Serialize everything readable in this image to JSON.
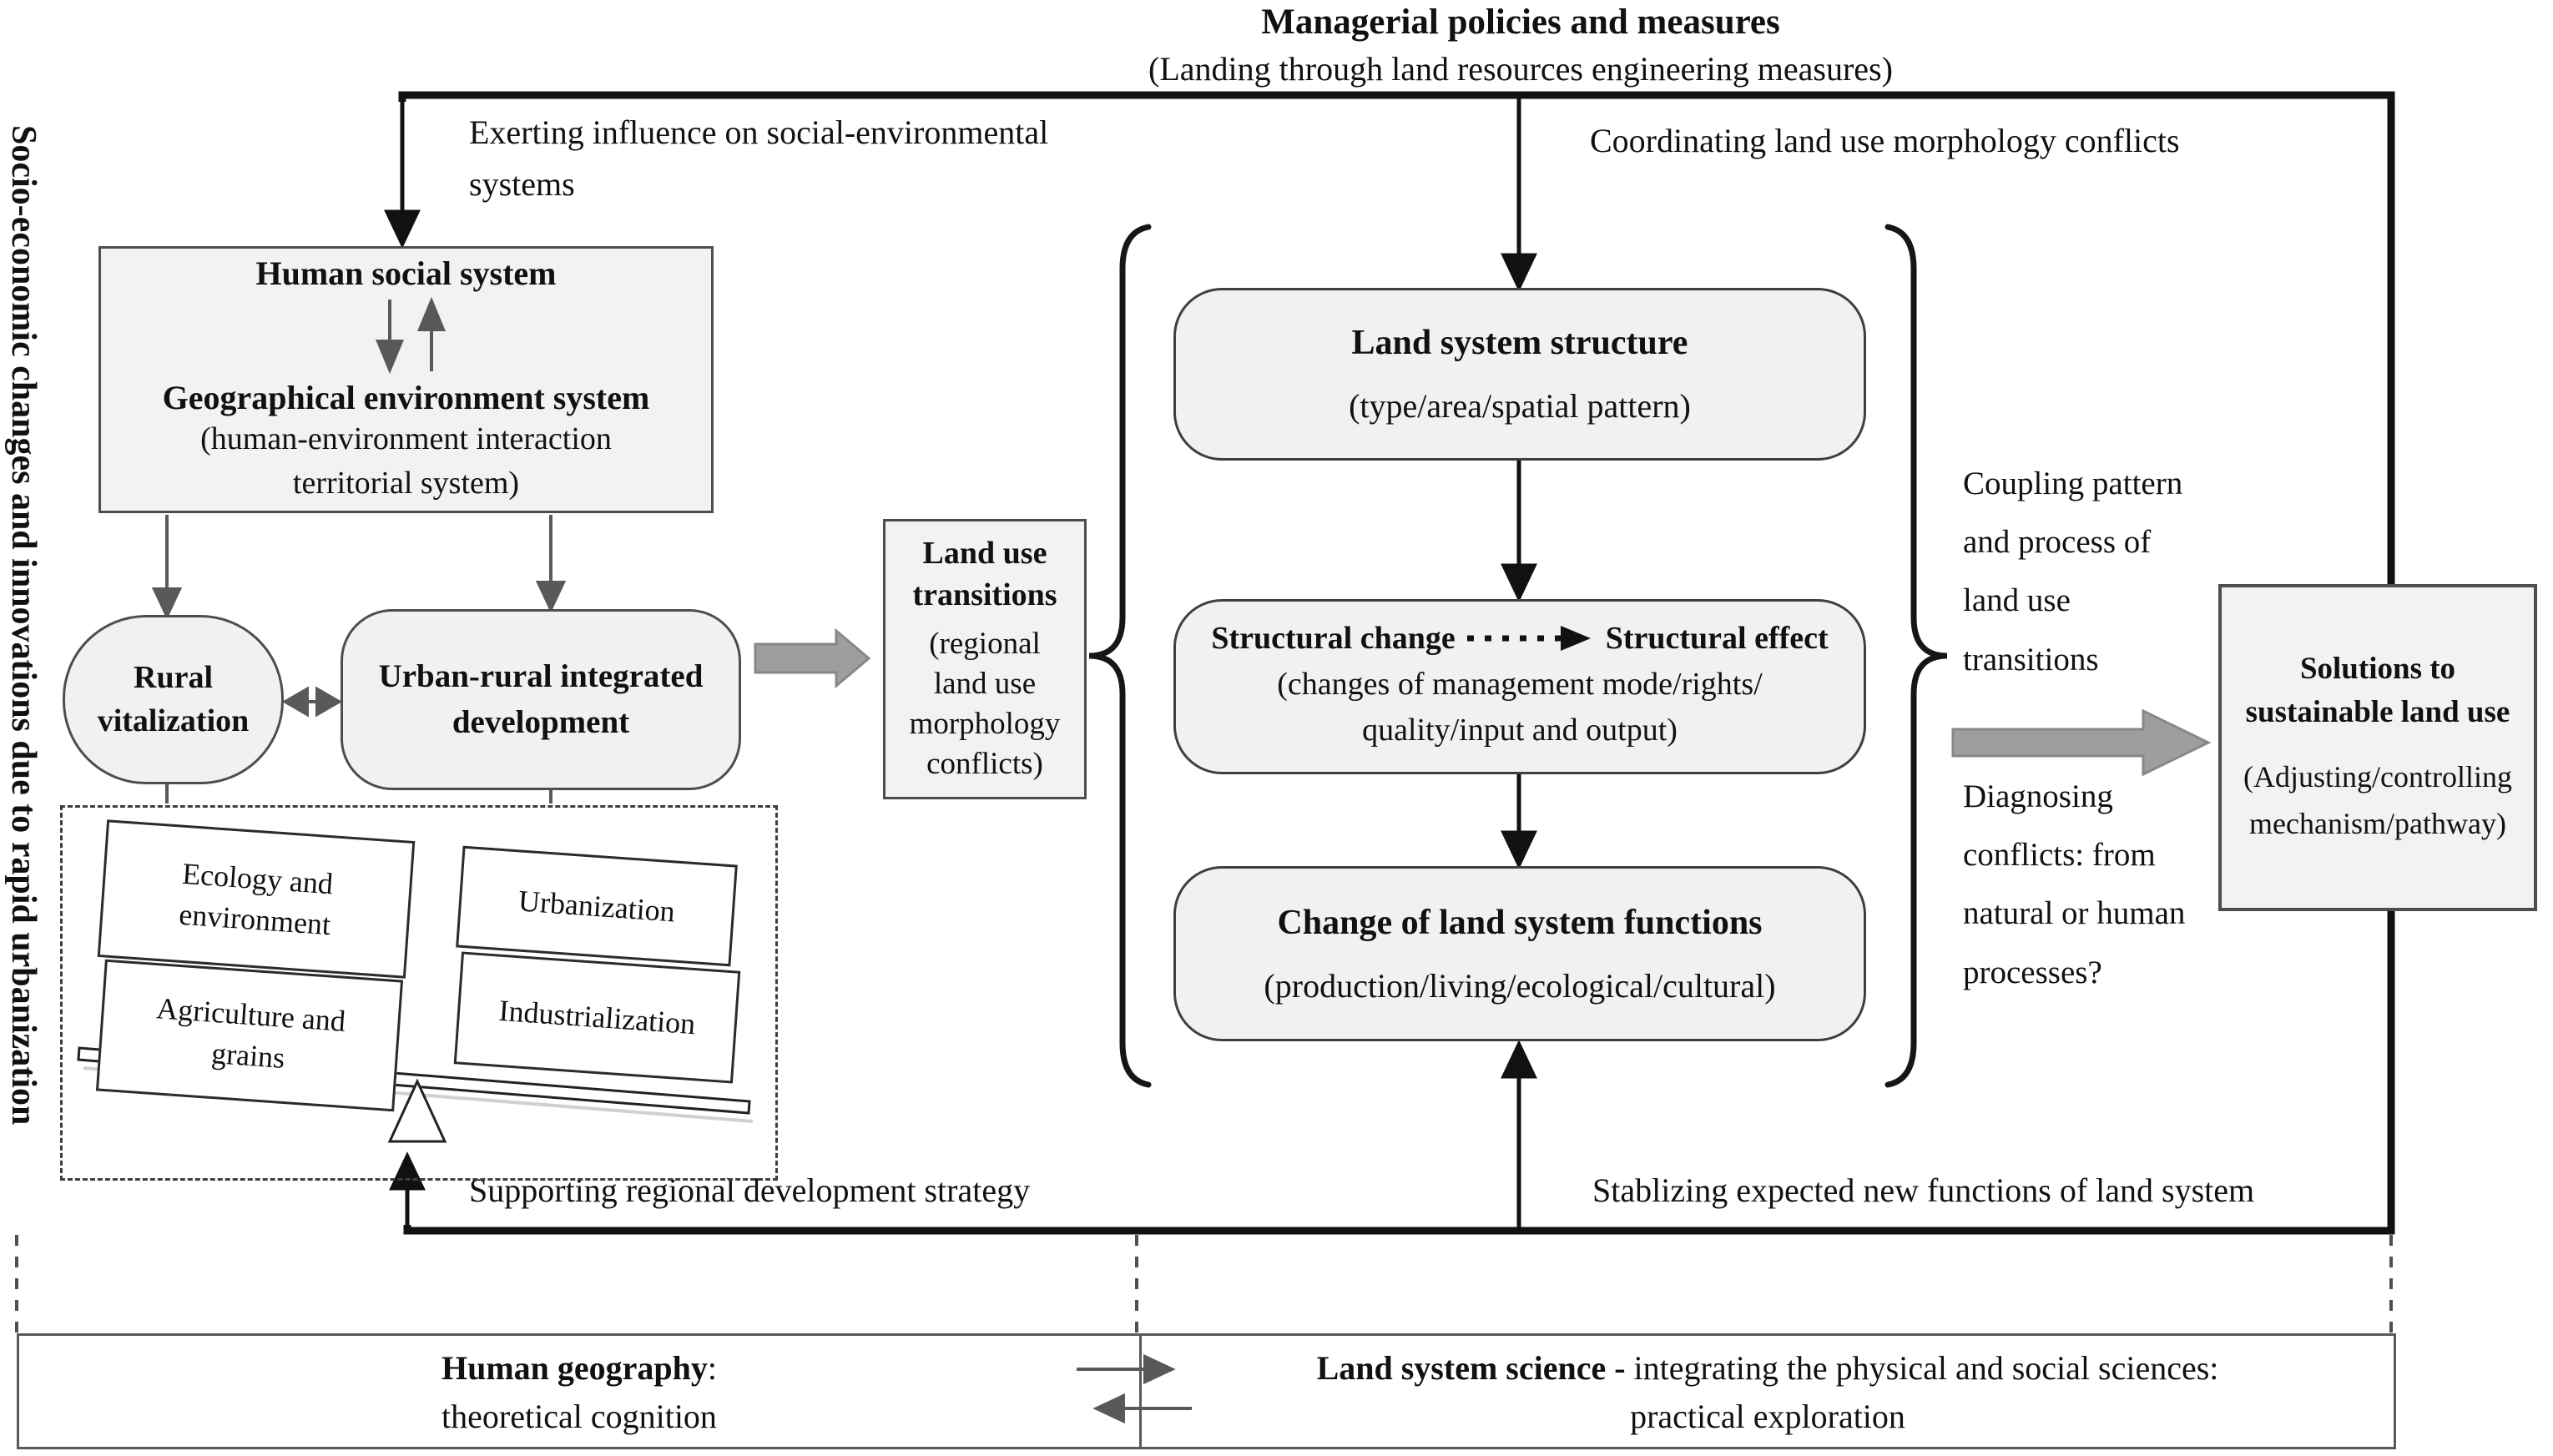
{
  "side_label": "Socio-economic changes and innovations due to rapid urbanization",
  "top_banner": {
    "title": "Managerial policies and measures",
    "subtitle": "(Landing through land resources engineering measures)"
  },
  "flow_labels": {
    "exerting_lines": [
      "Exerting influence on social-environmental",
      "systems"
    ],
    "coordinating": "Coordinating land use morphology conflicts",
    "supporting": "Supporting regional development strategy",
    "stablizing": "Stablizing expected new functions of land system",
    "coupling_lines": [
      "Coupling pattern",
      "and process of",
      "land use",
      "transitions"
    ],
    "diagnosing_lines": [
      "Diagnosing",
      "conflicts: from",
      "natural or human",
      "processes?"
    ]
  },
  "human_system_box": {
    "line1": "Human social system",
    "line2": "Geographical environment system",
    "line3": "(human-environment interaction",
    "line4": "territorial system)"
  },
  "rural_box_lines": [
    "Rural",
    "vitalization"
  ],
  "urban_box_lines": [
    "Urban-rural integrated",
    "development"
  ],
  "balance": {
    "items": [
      {
        "lines": [
          "Ecology and",
          "environment"
        ]
      },
      {
        "lines": [
          "Urbanization"
        ]
      },
      {
        "lines": [
          "Agriculture and",
          "grains"
        ]
      },
      {
        "lines": [
          "Industrialization"
        ]
      }
    ]
  },
  "land_use_transitions_box": {
    "title_lines": [
      "Land use",
      "transitions"
    ],
    "sub_lines": [
      "(regional",
      "land use",
      "morphology",
      "conflicts)"
    ]
  },
  "land_system_structure_box": {
    "title": "Land system structure",
    "subtitle": "(type/area/spatial pattern)"
  },
  "structural_box": {
    "left_title": "Structural change",
    "right_title": "Structural effect",
    "sub_lines": [
      "(changes of management mode/rights/",
      "quality/input and output)"
    ]
  },
  "functions_box": {
    "title": "Change of land system functions",
    "subtitle": "(production/living/ecological/cultural)"
  },
  "solutions_box": {
    "title_lines": [
      "Solutions to",
      "sustainable land use"
    ],
    "sub_lines": [
      "(Adjusting/controlling",
      "mechanism/pathway)"
    ]
  },
  "bottom_bar": {
    "left_title": "Human geography",
    "left_colon": ":",
    "left_subtitle": "theoretical cognition",
    "right_title": "Land system science -",
    "right_text": " integrating the physical and social sciences:",
    "right_subtitle": "practical exploration"
  },
  "colors": {
    "box_fill": "#f2f2f2",
    "box_border": "#4d4d4d",
    "line_black": "#111111",
    "arrow_gray": "#595959",
    "block_arrow_gray": "#9e9e9e"
  }
}
